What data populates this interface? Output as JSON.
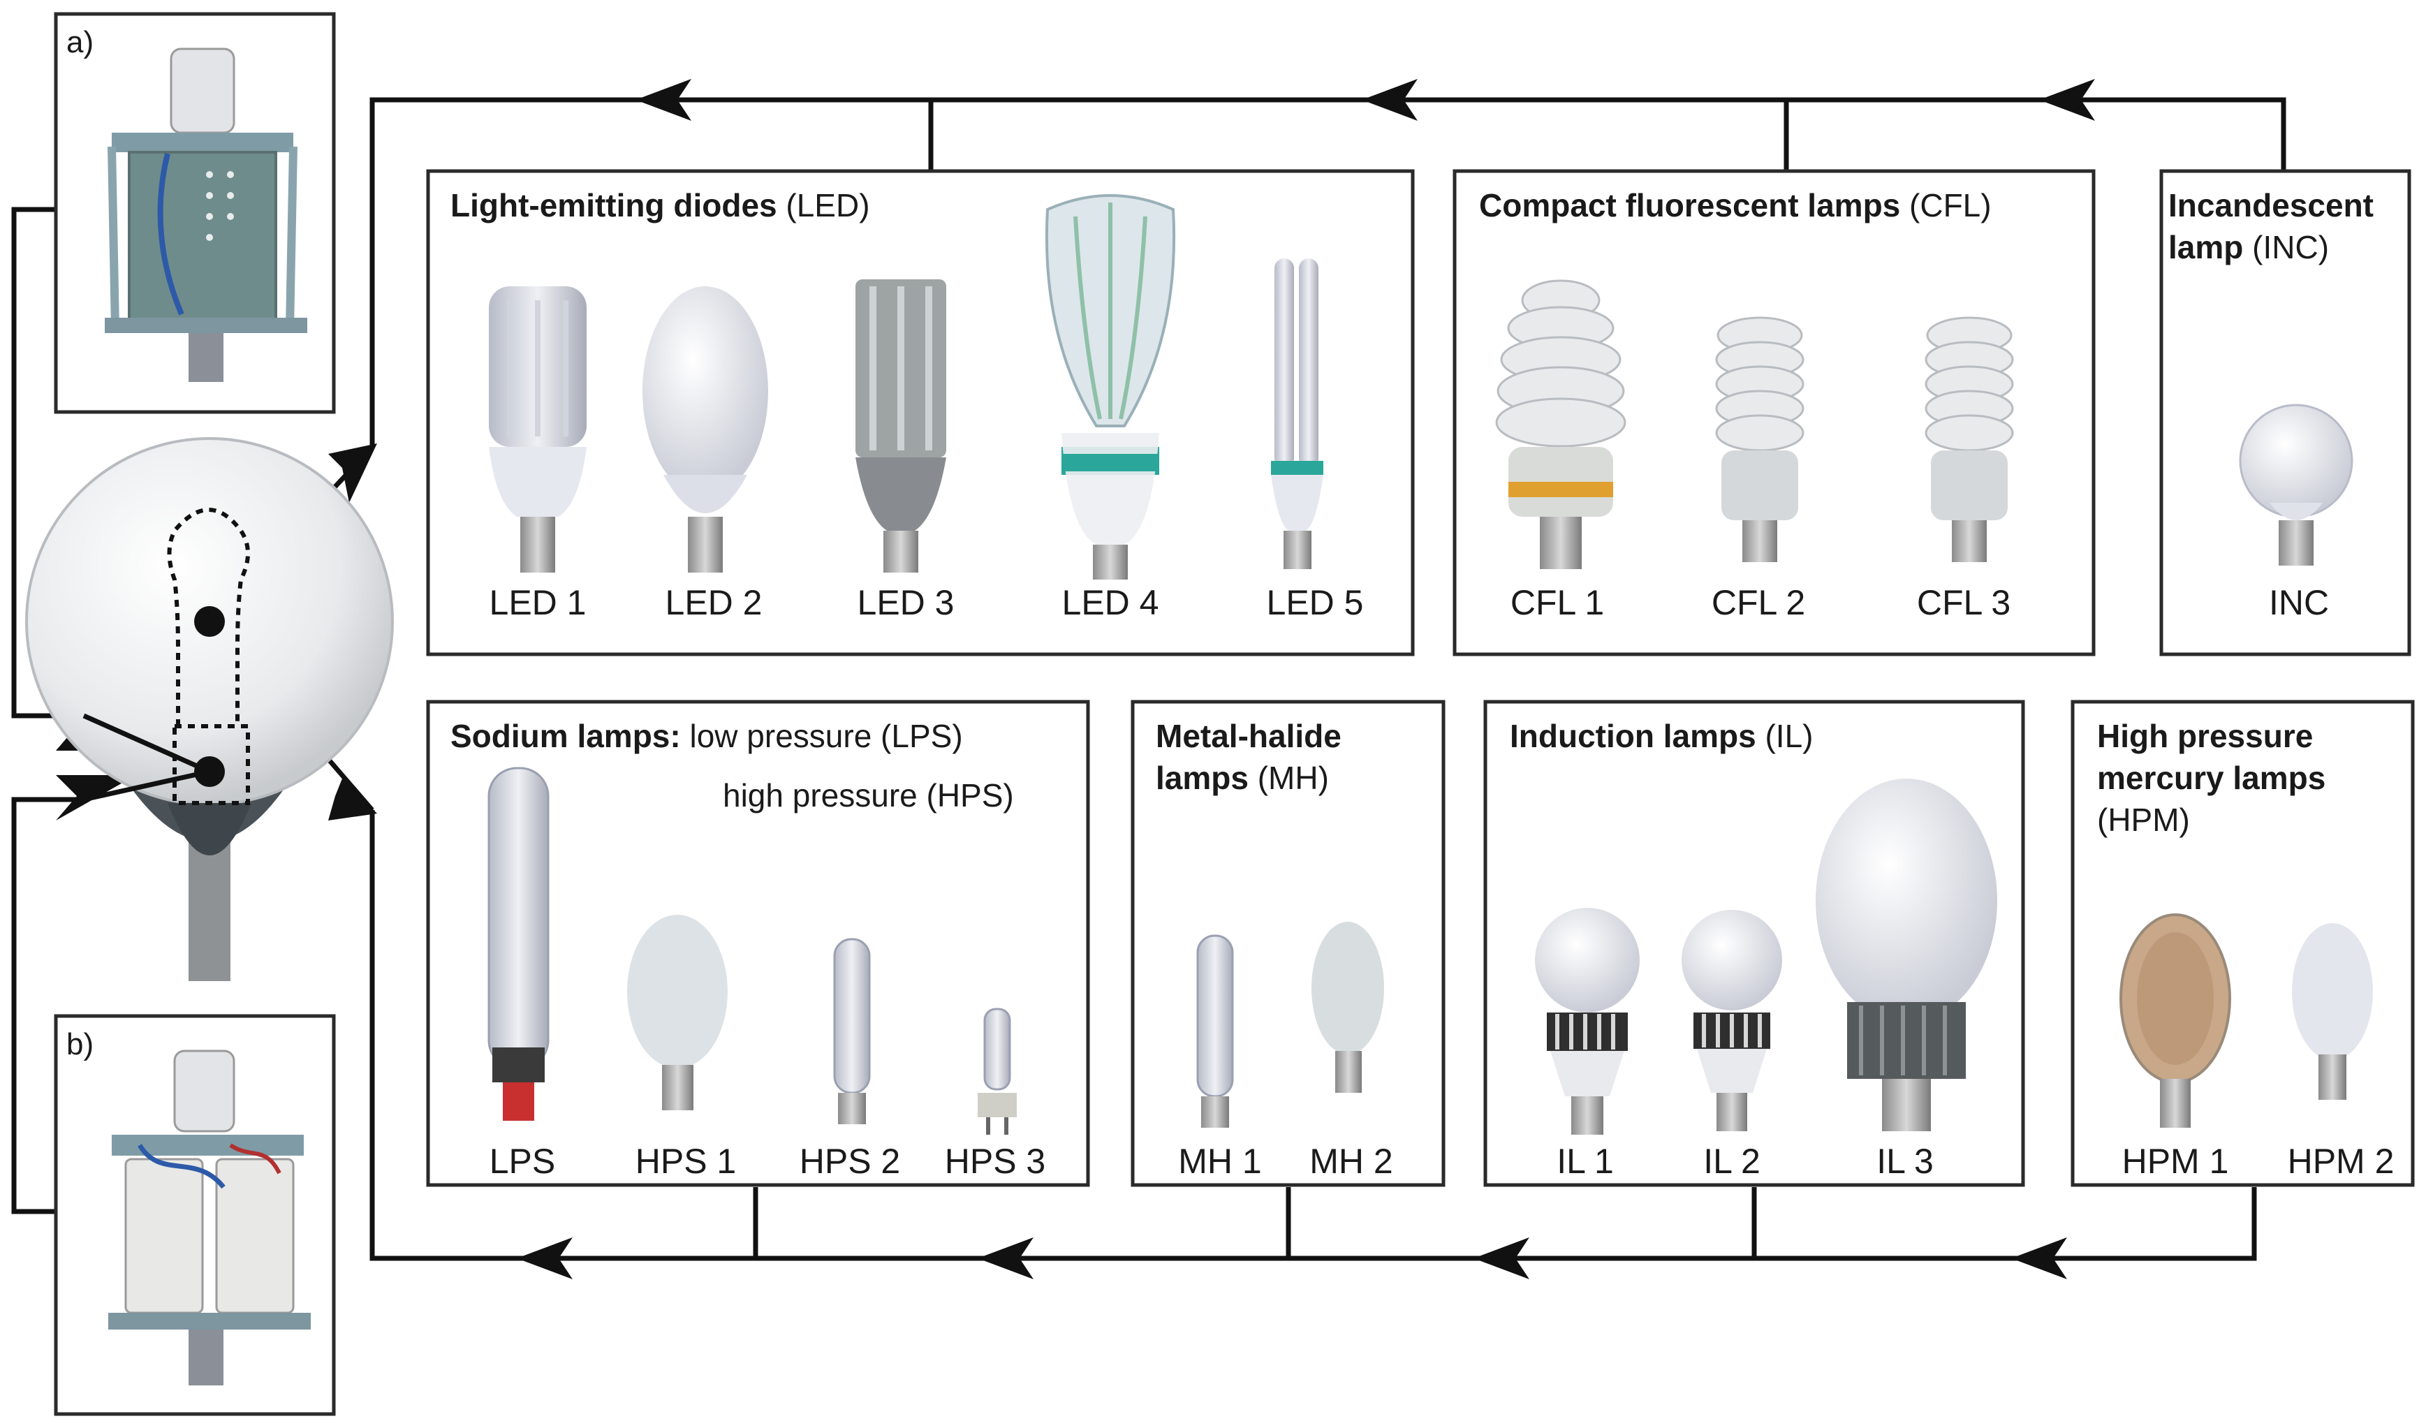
{
  "panels": {
    "a": "a)",
    "b": "b)"
  },
  "groups": {
    "led": {
      "bold": "Light-emitting diodes",
      "normal": " (LED)",
      "items": [
        "LED 1",
        "LED 2",
        "LED 3",
        "LED 4",
        "LED 5"
      ]
    },
    "cfl": {
      "bold": "Compact fluorescent lamps",
      "normal": " (CFL)",
      "items": [
        "CFL 1",
        "CFL 2",
        "CFL 3"
      ]
    },
    "inc": {
      "bold1": "Incandescent",
      "bold2": "lamp",
      "normal": " (INC)",
      "items": [
        "INC"
      ]
    },
    "sodium": {
      "bold": "Sodium lamps:",
      "normal1": " low pressure (LPS)",
      "normal2": "high pressure (HPS)",
      "items": [
        "LPS",
        "HPS 1",
        "HPS 2",
        "HPS 3"
      ]
    },
    "mh": {
      "bold1": "Metal-halide",
      "bold2": "lamps",
      "normal": " (MH)",
      "items": [
        "MH 1",
        "MH 2"
      ]
    },
    "il": {
      "bold": "Induction lamps",
      "normal": " (IL)",
      "items": [
        "IL 1",
        "IL 2",
        "IL 3"
      ]
    },
    "hpm": {
      "bold1": "High pressure",
      "bold2": "mercury  lamps",
      "normal": "(HPM)",
      "items": [
        "HPM 1",
        "HPM 2"
      ]
    }
  },
  "colors": {
    "line": "#111111",
    "frame": "#2a2a2a",
    "globe": "#e6e8ea",
    "led_teal": "#2aa69a",
    "cfl_orange": "#e0a030"
  }
}
